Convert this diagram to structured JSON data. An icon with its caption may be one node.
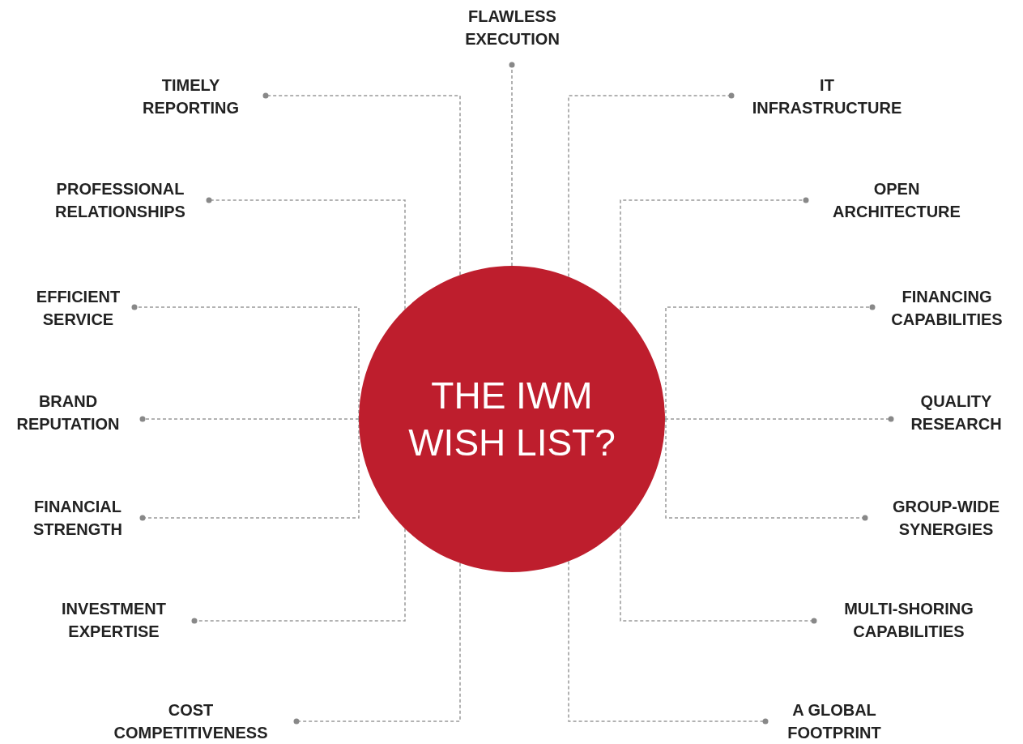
{
  "diagram": {
    "nodes": [
      {
        "text": [
          "THE IWM WISH LIST?"
        ]
      },
      {
        "text": [
          "FLAWLESS EXECUTION"
        ]
      },
      {
        "text": [
          "TIMELY REPORTING"
        ]
      },
      {
        "text": [
          "IT INFRASTRUCTURE"
        ]
      },
      {
        "text": [
          "PROFESSIONAL RELATIONSHIPS"
        ]
      },
      {
        "text": [
          "OPEN ARCHITECTURE"
        ]
      },
      {
        "text": [
          "EFFICIENT SERVICE"
        ]
      },
      {
        "text": [
          "FINANCING CAPABILITIES"
        ]
      },
      {
        "text": [
          "BRAND REPUTATION"
        ]
      },
      {
        "text": [
          "QUALITY RESEARCH"
        ]
      },
      {
        "text": [
          "FINANCIAL STRENGTH"
        ]
      },
      {
        "text": [
          "GROUP-WIDE SYNERGIES"
        ]
      },
      {
        "text": [
          "INVESTMENT EXPERTISE"
        ]
      },
      {
        "text": [
          "MULTI-SHORING CAPABILITIES"
        ]
      },
      {
        "text": [
          "COST COMPETITIVENESS"
        ]
      },
      {
        "text": [
          "A GLOBAL FOOTPRINT"
        ]
      }
    ],
    "edges": [
      {
        "from": 0,
        "to": 1,
        "arrow": "other",
        "style": "dashed"
      },
      {
        "from": 0,
        "to": 2,
        "arrow": "other",
        "style": "dashed"
      },
      {
        "from": 0,
        "to": 3,
        "arrow": "other",
        "style": "dashed"
      },
      {
        "from": 0,
        "to": 4,
        "arrow": "other",
        "style": "dashed"
      },
      {
        "from": 0,
        "to": 5,
        "arrow": "other",
        "style": "dashed"
      },
      {
        "from": 0,
        "to": 6,
        "arrow": "other",
        "style": "dashed"
      },
      {
        "from": 0,
        "to": 7,
        "arrow": "other",
        "style": "dashed"
      },
      {
        "from": 0,
        "to": 8,
        "arrow": "other",
        "style": "dashed"
      },
      {
        "from": 0,
        "to": 9,
        "arrow": "other",
        "style": "dashed"
      },
      {
        "from": 0,
        "to": 10,
        "arrow": "other",
        "style": "dashed"
      },
      {
        "from": 0,
        "to": 11,
        "arrow": "other",
        "style": "dashed"
      },
      {
        "from": 0,
        "to": 12,
        "arrow": "other",
        "style": "dashed"
      },
      {
        "from": 0,
        "to": 13,
        "arrow": "other",
        "style": "dashed"
      },
      {
        "from": 0,
        "to": 14,
        "arrow": "other",
        "style": "dashed"
      },
      {
        "from": 0,
        "to": 15,
        "arrow": "other",
        "style": "dashed"
      }
    ]
  }
}
